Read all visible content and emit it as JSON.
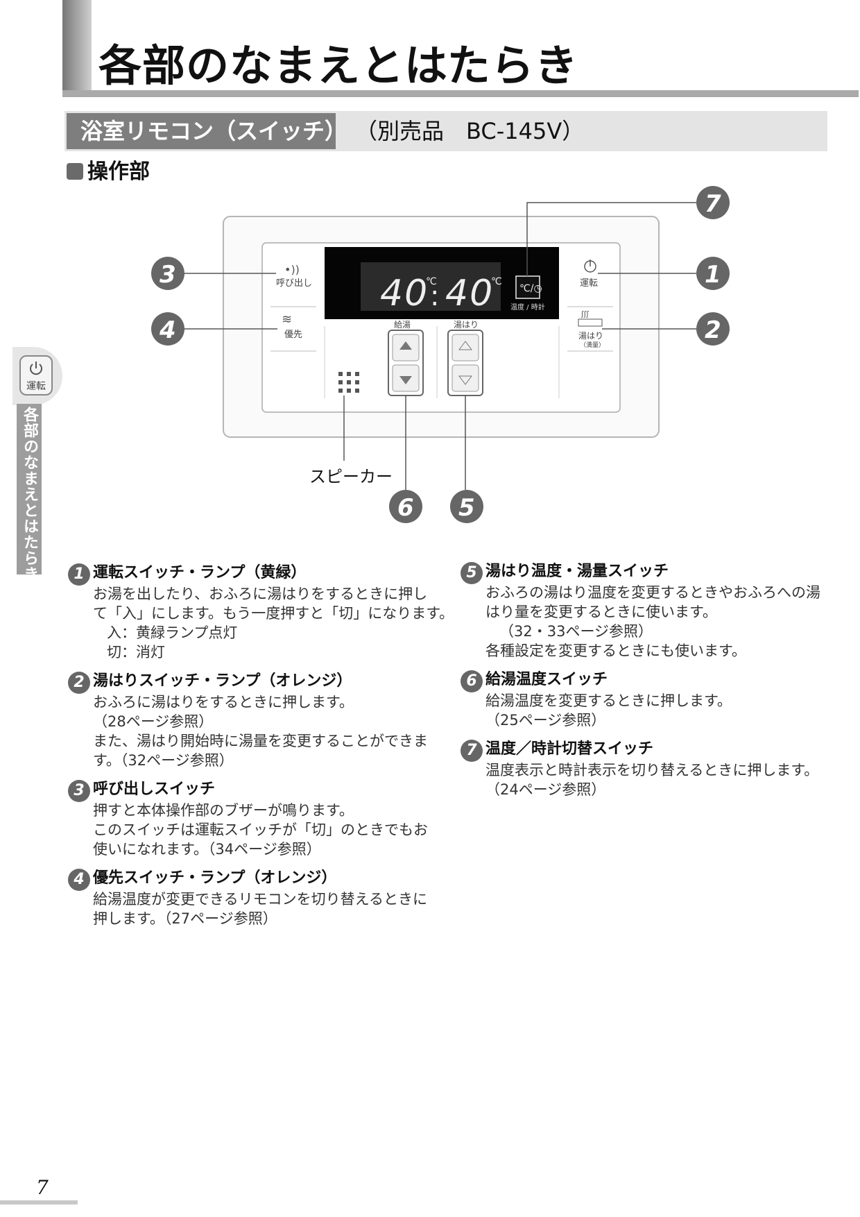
{
  "header": {
    "title": "各部のなまえとはたらき"
  },
  "subheader": {
    "label": "浴室リモコン（スイッチ）",
    "model": "（別売品　BC-145V）"
  },
  "section": {
    "title": "操作部"
  },
  "side_tab": {
    "button_label": "運転",
    "text": "各部のなまえとはたらき"
  },
  "diagram": {
    "display": {
      "left_temp": "40",
      "right_temp": "40",
      "unit": "℃"
    },
    "buttons": {
      "call": "呼び出し",
      "priority": "優先",
      "run": "運転",
      "fill": "湯はり",
      "fill_sub": "（満量）",
      "temp_clock": "温度 / 時計",
      "supply": "給湯",
      "bath": "湯はり"
    },
    "speaker_label": "スピーカー",
    "callout_numbers": [
      "1",
      "2",
      "3",
      "4",
      "5",
      "6",
      "7"
    ]
  },
  "items": [
    {
      "num": "1",
      "title": "運転スイッチ・ランプ（黄緑）",
      "lines": [
        "お湯を出したり、おふろに湯はりをするときに押し",
        "て「入」にします。もう一度押すと「切」になります。"
      ],
      "sub": [
        "入：黄緑ランプ点灯",
        "切：消灯"
      ]
    },
    {
      "num": "2",
      "title": "湯はりスイッチ・ランプ（オレンジ）",
      "lines": [
        "おふろに湯はりをするときに押します。",
        "（28ページ参照）",
        "また、湯はり開始時に湯量を変更することができま",
        "す。（32ページ参照）"
      ]
    },
    {
      "num": "3",
      "title": "呼び出しスイッチ",
      "lines": [
        "押すと本体操作部のブザーが鳴ります。",
        "このスイッチは運転スイッチが「切」のときでもお",
        "使いになれます。（34ページ参照）"
      ]
    },
    {
      "num": "4",
      "title": "優先スイッチ・ランプ（オレンジ）",
      "lines": [
        "給湯温度が変更できるリモコンを切り替えるときに",
        "押します。（27ページ参照）"
      ]
    },
    {
      "num": "5",
      "title": "湯はり温度・湯量スイッチ",
      "lines": [
        "おふろの湯はり温度を変更するときやおふろへの湯",
        "はり量を変更するときに使います。"
      ],
      "sub": [
        "（32・33ページ参照）"
      ],
      "after": [
        "各種設定を変更するときにも使います。"
      ]
    },
    {
      "num": "6",
      "title": "給湯温度スイッチ",
      "lines": [
        "給湯温度を変更するときに押します。",
        "（25ページ参照）"
      ]
    },
    {
      "num": "7",
      "title": "温度／時計切替スイッチ",
      "lines": [
        "温度表示と時計表示を切り替えるときに押します。",
        "（24ページ参照）"
      ]
    }
  ],
  "page_number": "7"
}
